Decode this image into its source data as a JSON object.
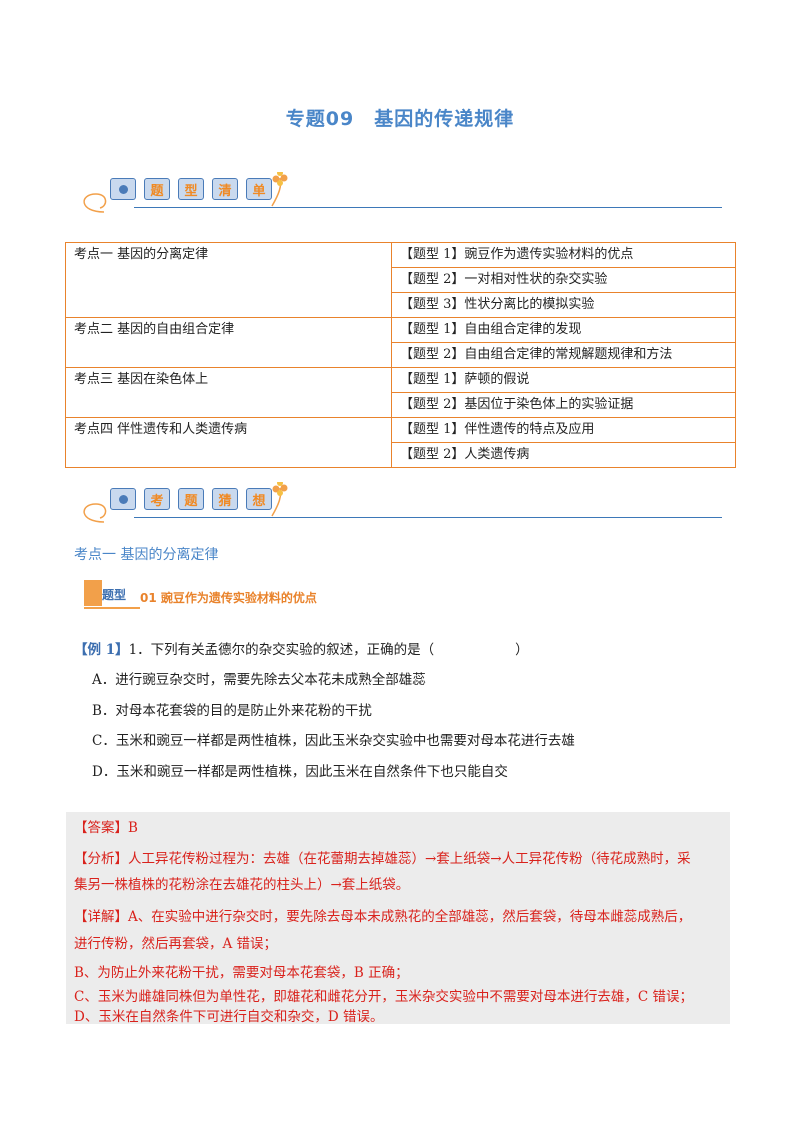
{
  "title": "专题09　基因的传递规律",
  "banner1": {
    "chars": [
      "题",
      "型",
      "清",
      "单"
    ]
  },
  "banner2": {
    "chars": [
      "考",
      "题",
      "猜",
      "想"
    ]
  },
  "table": {
    "rows": [
      {
        "kaodian": "考点一 基因的分离定律",
        "tixing": [
          "【题型 1】豌豆作为遗传实验材料的优点",
          "【题型 2】一对相对性状的杂交实验",
          "【题型 3】性状分离比的模拟实验"
        ]
      },
      {
        "kaodian": "考点二 基因的自由组合定律",
        "tixing": [
          "【题型 1】自由组合定律的发现",
          "【题型 2】自由组合定律的常规解题规律和方法"
        ]
      },
      {
        "kaodian": "考点三 基因在染色体上",
        "tixing": [
          "【题型 1】萨顿的假说",
          "【题型 2】基因位于染色体上的实验证据"
        ]
      },
      {
        "kaodian": "考点四 伴性遗传和人类遗传病",
        "tixing": [
          "【题型 1】伴性遗传的特点及应用",
          "【题型 2】人类遗传病"
        ]
      }
    ]
  },
  "section": "考点一 基因的分离定律",
  "qtype": {
    "tag": "题型",
    "name": "01 豌豆作为遗传实验材料的优点"
  },
  "question": {
    "label": "【例 1】",
    "stem": "1．下列有关孟德尔的杂交实验的叙述，正确的是（　　　　　　）",
    "options": [
      "A．进行豌豆杂交时，需要先除去父本花未成熟全部雄蕊",
      "B．对母本花套袋的目的是防止外来花粉的干扰",
      "C．玉米和豌豆一样都是两性植株，因此玉米杂交实验中也需要对母本花进行去雄",
      "D．玉米和豌豆一样都是两性植株，因此玉米在自然条件下也只能自交"
    ]
  },
  "answer": {
    "ans": "【答案】B",
    "fenxi1": "【分析】人工异花传粉过程为：去雄（在花蕾期去掉雄蕊）→套上纸袋→人工异花传粉（待花成熟时，采",
    "fenxi2": "集另一株植株的花粉涂在去雄花的柱头上）→套上纸袋。",
    "xiangjie1": "【详解】A、在实验中进行杂交时，要先除去母本未成熟花的全部雄蕊，然后套袋，待母本雌蕊成熟后，",
    "xiangjie2": "进行传粉，然后再套袋，A 错误；",
    "b": "B、为防止外来花粉干扰，需要对母本花套袋，B 正确；",
    "c": "C、玉米为雌雄同株但为单性花，即雄花和雌花分开，玉米杂交实验中不需要对母本进行去雄，C 错误；",
    "d": "D、玉米在自然条件下可进行自交和杂交，D 错误。"
  }
}
